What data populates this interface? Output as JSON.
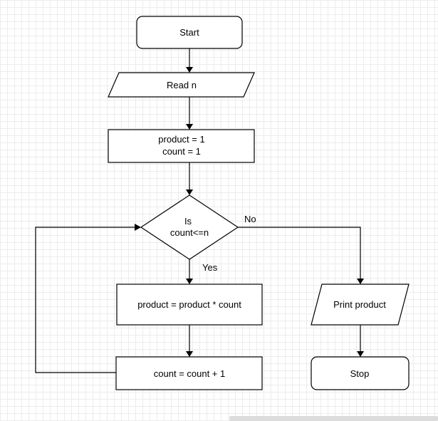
{
  "nodes": {
    "start": {
      "label": "Start"
    },
    "read": {
      "label": "Read n"
    },
    "init": {
      "line1": "product = 1",
      "line2": "count = 1"
    },
    "decision": {
      "line1": "Is",
      "line2": "count<=n"
    },
    "multiply": {
      "label": "product = product * count"
    },
    "increment": {
      "label": "count = count + 1"
    },
    "print": {
      "label": "Print product"
    },
    "stop": {
      "label": "Stop"
    }
  },
  "edges": {
    "no_label": "No",
    "yes_label": "Yes"
  }
}
